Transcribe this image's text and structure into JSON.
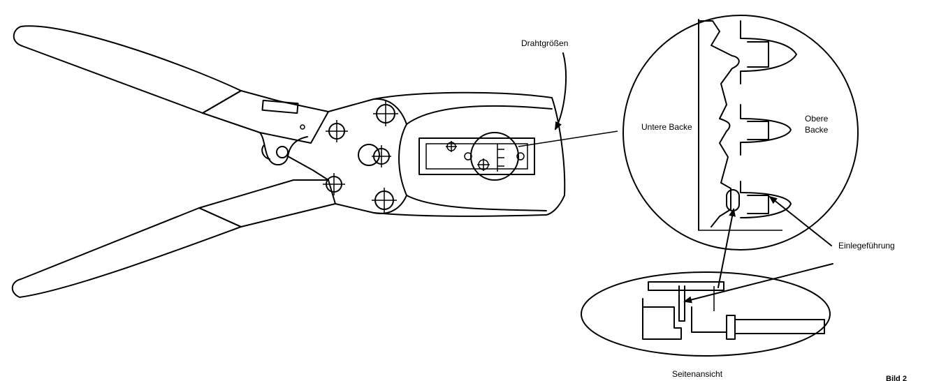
{
  "labels": {
    "wire_sizes": "Drahtgrößen",
    "lower_jaw": "Untere Backe",
    "upper_jaw_line1": "Obere",
    "upper_jaw_line2": "Backe",
    "insertion_guide": "Einlegeführung",
    "side_view": "Seitenansicht",
    "figure": "Bild 2"
  }
}
